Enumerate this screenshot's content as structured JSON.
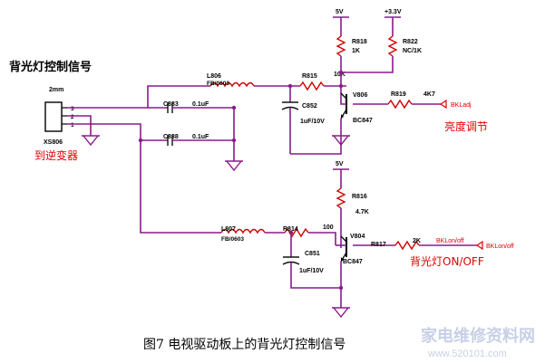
{
  "heading": "背光灯控制信号",
  "connector": {
    "pitch": "2mm",
    "ref": "XS806",
    "pins": [
      "3",
      "2",
      "1"
    ],
    "dest": "到逆变器"
  },
  "supplies": {
    "vcc5a": "5V",
    "vcc33": "+3.3V",
    "vcc5b": "5V"
  },
  "upper": {
    "r818": {
      "ref": "R818",
      "val": "1K"
    },
    "r822": {
      "ref": "R822",
      "val": "NC/1K"
    },
    "l806": {
      "ref": "L806",
      "val": "FB/0603"
    },
    "r815": {
      "ref": "R815",
      "val": "10K"
    },
    "c852": {
      "ref": "C852",
      "val": "1uF/10V"
    },
    "q806": {
      "ref": "V806",
      "type": "BC847"
    },
    "r819": {
      "ref": "R819",
      "val": "4K7"
    },
    "c833": {
      "ref": "C833",
      "val": "0.1uF"
    },
    "c838": {
      "ref": "C838",
      "val": "0.1uF"
    },
    "net": "BKLadj",
    "func": "亮度调节"
  },
  "lower": {
    "r816": {
      "ref": "R816",
      "val": "4.7K"
    },
    "l807": {
      "ref": "L807",
      "val": "FB/0603"
    },
    "r814": {
      "ref": "R814",
      "val": "100"
    },
    "c851": {
      "ref": "C851",
      "val": "1uF/10V"
    },
    "q804": {
      "ref": "V804",
      "type": "BC847"
    },
    "r817": {
      "ref": "R817",
      "val": "2K"
    },
    "net_label": "BKLon/off",
    "net": "BKLon/off",
    "func": "背光灯ON/OFF"
  },
  "caption": "图7    电视驱动板上的背光灯控制信号",
  "watermark": {
    "main": "家电维修资料网",
    "site": "www.520101.com"
  }
}
